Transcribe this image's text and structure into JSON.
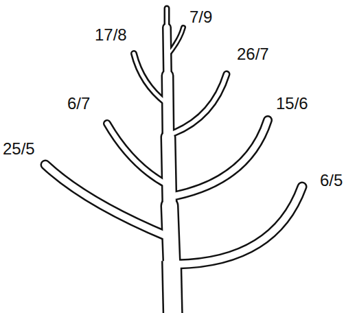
{
  "diagram": {
    "labels": [
      "7/9",
      "17/8",
      "26/7",
      "6/7",
      "15/6",
      "25/5",
      "6/5"
    ]
  }
}
